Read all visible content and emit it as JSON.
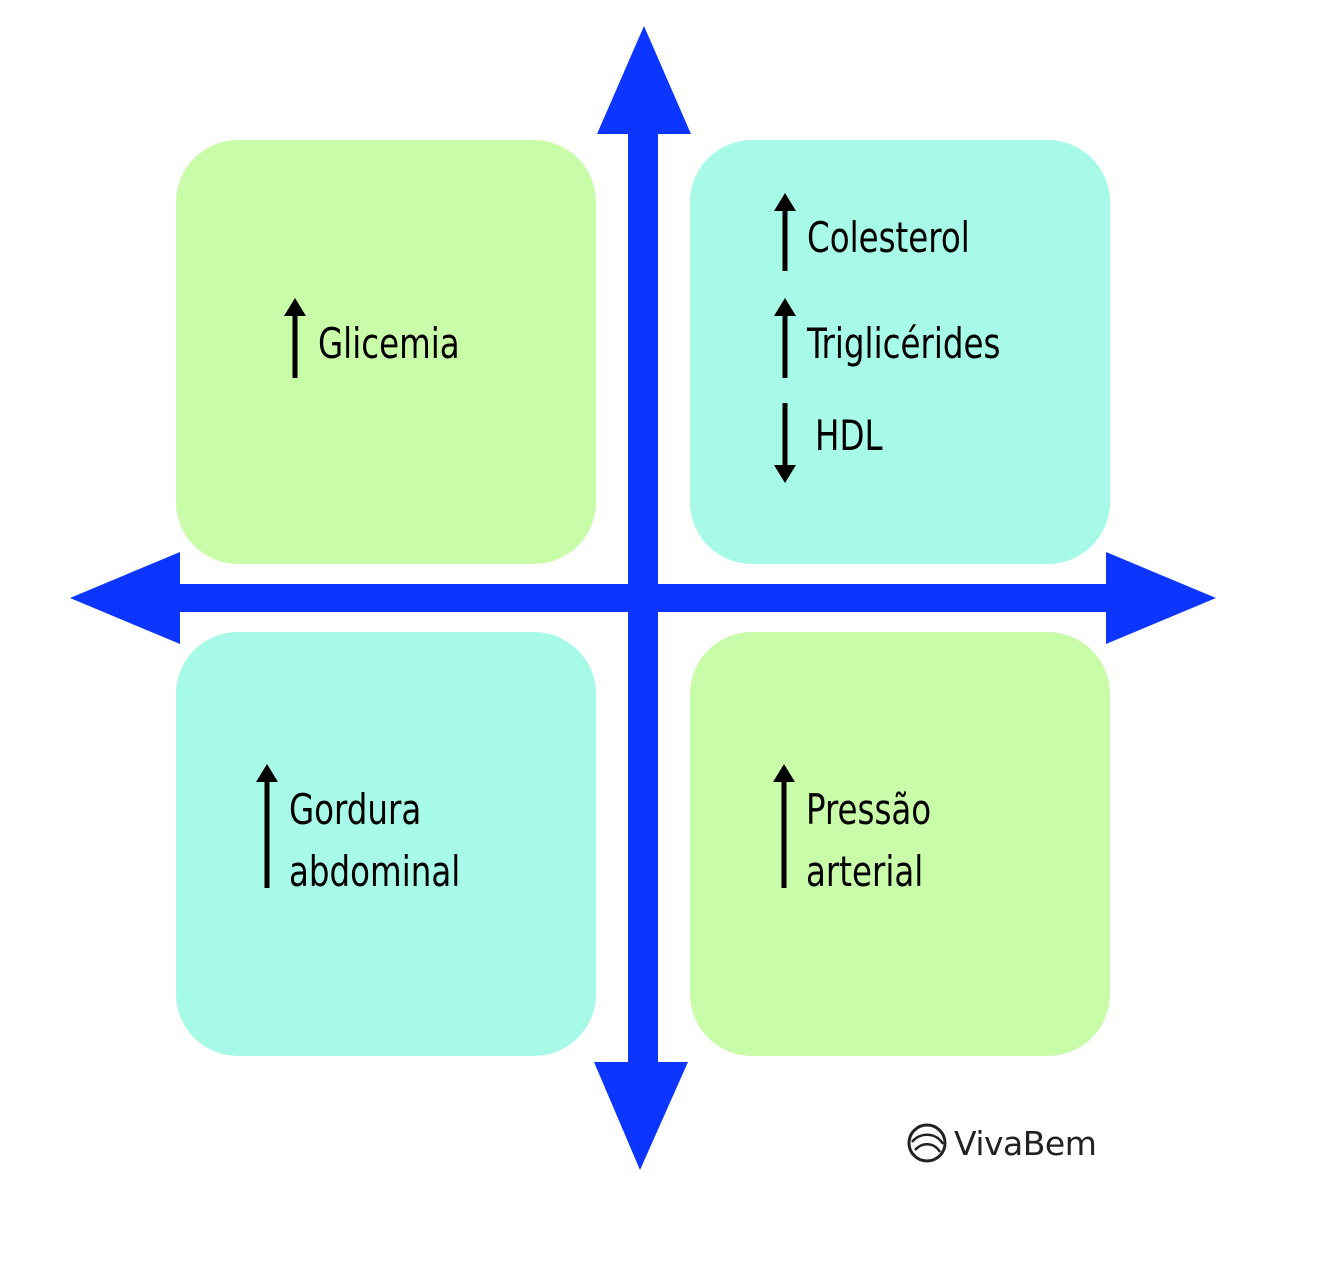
{
  "colors": {
    "axis": "#0c36ff",
    "green_box": "#c8fca8",
    "aqua_box": "#a6fae7",
    "arrow": "#000000"
  },
  "quadrants": {
    "top_left": {
      "items": [
        {
          "direction": "up",
          "label": "Glicemia"
        }
      ]
    },
    "top_right": {
      "items": [
        {
          "direction": "up",
          "label": "Colesterol"
        },
        {
          "direction": "up",
          "label": "Triglicérides"
        },
        {
          "direction": "down",
          "label": "HDL"
        }
      ]
    },
    "bottom_left": {
      "items": [
        {
          "direction": "up",
          "line1": "Gordura",
          "line2": "abdominal"
        }
      ]
    },
    "bottom_right": {
      "items": [
        {
          "direction": "up",
          "line1": "Pressão",
          "line2": "arterial"
        }
      ]
    }
  },
  "brand": {
    "name": "VivaBem",
    "icon": "vivabem-logo-icon"
  }
}
